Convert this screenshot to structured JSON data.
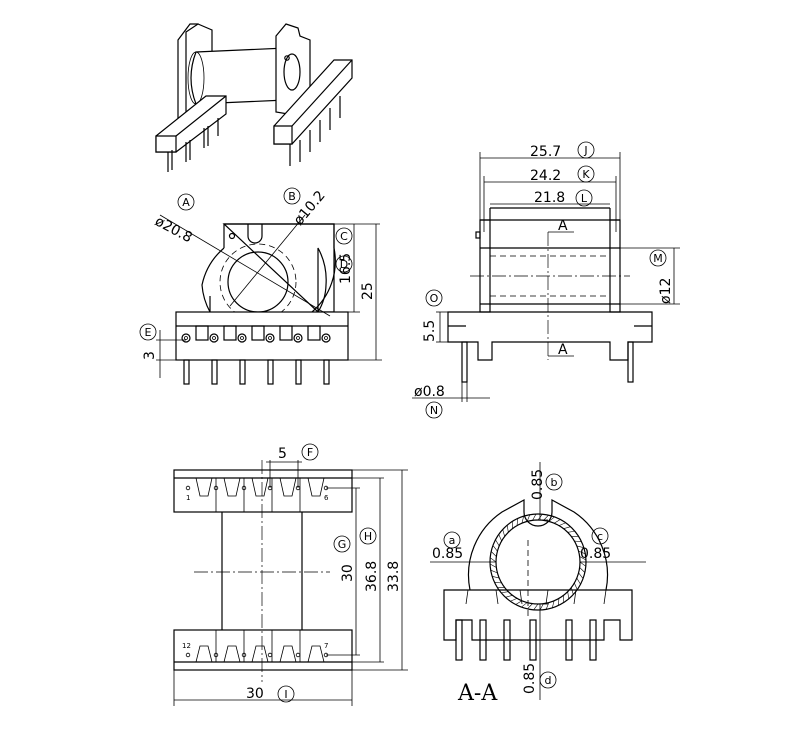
{
  "dimensions": {
    "d_20_8": "ø20.8",
    "d_10_2": "ø10.2",
    "h_16_5": "16.5",
    "h_25": "25",
    "h_3": "3",
    "w_25_7": "25.7",
    "w_24_2": "24.2",
    "w_21_8": "21.8",
    "d_12": "ø12",
    "h_5_5": "5.5",
    "d_0_8": "ø0.8",
    "pitch_5": "5",
    "h_30": "30",
    "h_36_8": "36.8",
    "h_33_8": "33.8",
    "w_30": "30",
    "t_0_85_a": "0.85",
    "t_0_85_b": "0.85",
    "t_0_85_c": "0.85",
    "t_0_85_d": "0.85"
  },
  "callouts": {
    "A": "A",
    "B": "B",
    "C": "C",
    "D": "D",
    "E": "E",
    "F": "F",
    "G": "G",
    "H": "H",
    "I": "I",
    "J": "J",
    "K": "K",
    "L": "L",
    "M": "M",
    "N": "N",
    "O": "O",
    "a": "a",
    "b": "b",
    "c": "c",
    "d": "d"
  },
  "section": {
    "marker_top": "A",
    "marker_bottom": "A",
    "title": "A-A"
  },
  "pins": {
    "top_left": "1",
    "top_right": "6",
    "bottom_left": "12",
    "bottom_right": "7"
  }
}
